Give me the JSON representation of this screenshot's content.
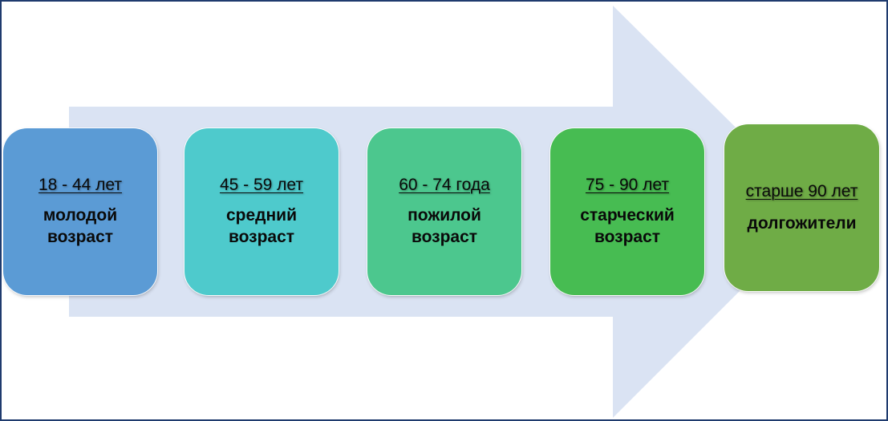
{
  "colors": {
    "arrow": "#dae3f3",
    "border": "#1f3b6e",
    "stage_1": "#5b9bd5",
    "stage_2": "#4ecacc",
    "stage_3": "#4cc78e",
    "stage_4": "#47bc52",
    "stage_5": "#6fac46"
  },
  "stages": [
    {
      "range": "18 - 44 лет",
      "label": "молодой\nвозраст"
    },
    {
      "range": "45 - 59 лет",
      "label": "средний\nвозраст"
    },
    {
      "range": "60 - 74 года",
      "label": "пожилой\nвозраст"
    },
    {
      "range": "75 - 90 лет",
      "label": "старческий\nвозраст"
    },
    {
      "range": "старше 90 лет",
      "label": "долгожители"
    }
  ]
}
